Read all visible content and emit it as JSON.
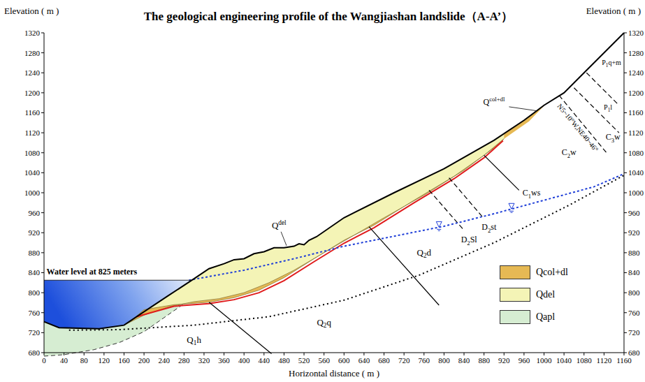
{
  "diagram": {
    "title": "The geological engineering profile of the Wangjiashan landslide（A-A’）",
    "labels": [
      "Elevation ( m )",
      "Elevation ( m )",
      "Horizontal distance ( m )",
      "Water level at 825 meters",
      "Q",
      "del",
      "Q",
      "col+dl",
      "P",
      "1",
      "q+m",
      "P",
      "1",
      "l",
      "C",
      "3",
      "w",
      "C",
      "2",
      "w",
      "C",
      "1",
      "ws",
      "D",
      "2",
      "st",
      "D",
      "2",
      "Sl",
      "Q",
      "2",
      "d",
      "Q",
      "2",
      "q",
      "Q",
      "1",
      "h",
      "N5~10°W,NE40~46°",
      "1320",
      "1280",
      "1240",
      "1200",
      "1160",
      "1120",
      "1080",
      "1040",
      "1000",
      "960",
      "920",
      "880",
      "840",
      "800",
      "760",
      "720",
      "680",
      "1320",
      "1280",
      "1240",
      "1200",
      "1160",
      "1120",
      "1080",
      "1040",
      "1000",
      "960",
      "920",
      "880",
      "840",
      "800",
      "760",
      "720",
      "680",
      "0",
      "40",
      "80",
      "120",
      "160",
      "200",
      "240",
      "280",
      "320",
      "360",
      "400",
      "440",
      "480",
      "520",
      "560",
      "600",
      "640",
      "680",
      "720",
      "760",
      "800",
      "840",
      "880",
      "920",
      "960",
      "1000",
      "1040",
      "1080",
      "1120",
      "1160"
    ],
    "legend": [
      {
        "text": "Qcol+dl",
        "color": "#e6b954"
      },
      {
        "text": "Qdel",
        "color": "#f4f4b6"
      },
      {
        "text": "Qapl",
        "color": "#d6edd2"
      }
    ]
  }
}
